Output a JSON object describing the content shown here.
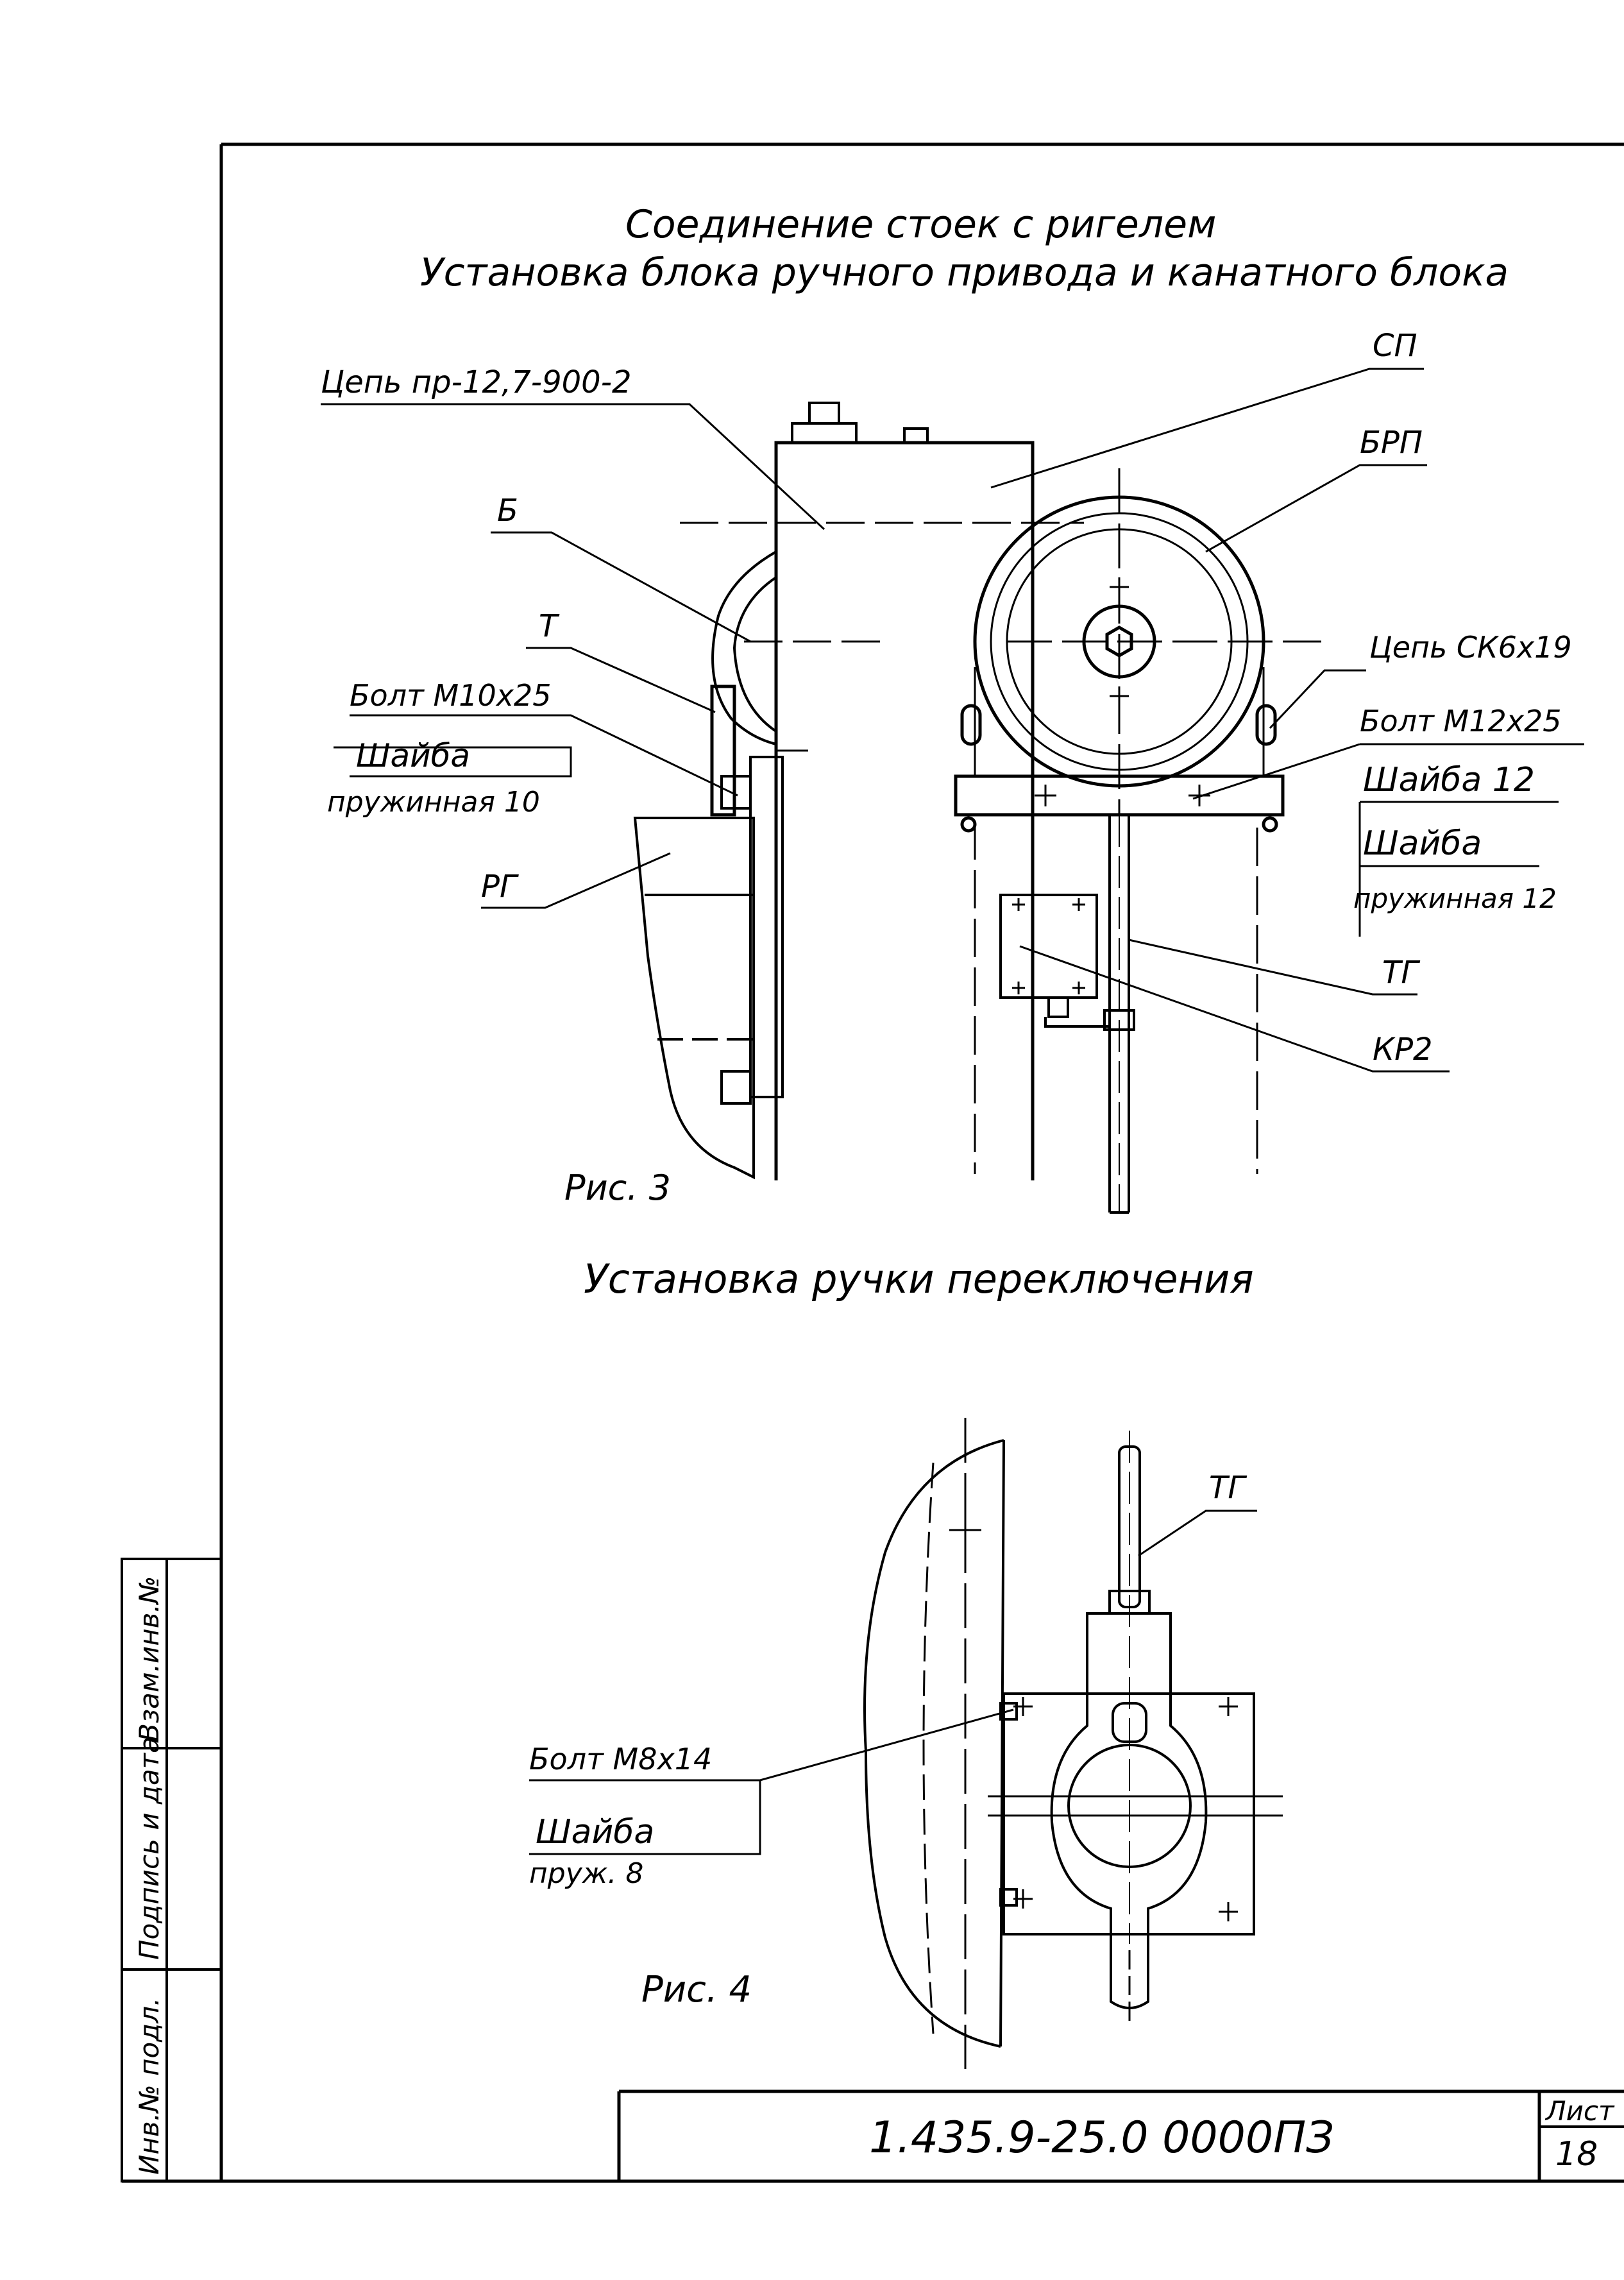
{
  "titles": {
    "line1": "Соединение стоек с ригелем",
    "line2": "Установка блока ручного привода и канатного блока",
    "fig4_title": "Установка ручки переключения"
  },
  "figure3": {
    "caption": "Рис. 3",
    "labels": {
      "chain": "Цепь пр-12,7-900-2",
      "sp": "СП",
      "brp": "БРП",
      "b": "Б",
      "t": "Т",
      "bolt10": "Болт М10х25",
      "washer10a": "Шайба",
      "washer10b": "пружинная 10",
      "rg": "РГ",
      "chain_ck": "Цепь СК6х19",
      "bolt12": "Болт М12х25",
      "washer12": "Шайба 12",
      "washer12sa": "Шайба",
      "washer12sb": "пружинная 12",
      "tg": "ТГ",
      "kr2": "КР2"
    }
  },
  "figure4": {
    "caption": "Рис. 4",
    "labels": {
      "tg": "ТГ",
      "bolt8": "Болт М8х14",
      "washer8a": "Шайба",
      "washer8b": "пруж. 8"
    }
  },
  "side_stamp": {
    "inv_orig": "Инв.№ подл.",
    "sign_date": "Подпись и дата",
    "inv_replace": "Взам.инв.№"
  },
  "title_block": {
    "doc_code": "1.435.9-25.0 0000ПЗ",
    "sheet_label": "Лист",
    "sheet_number": "18"
  }
}
